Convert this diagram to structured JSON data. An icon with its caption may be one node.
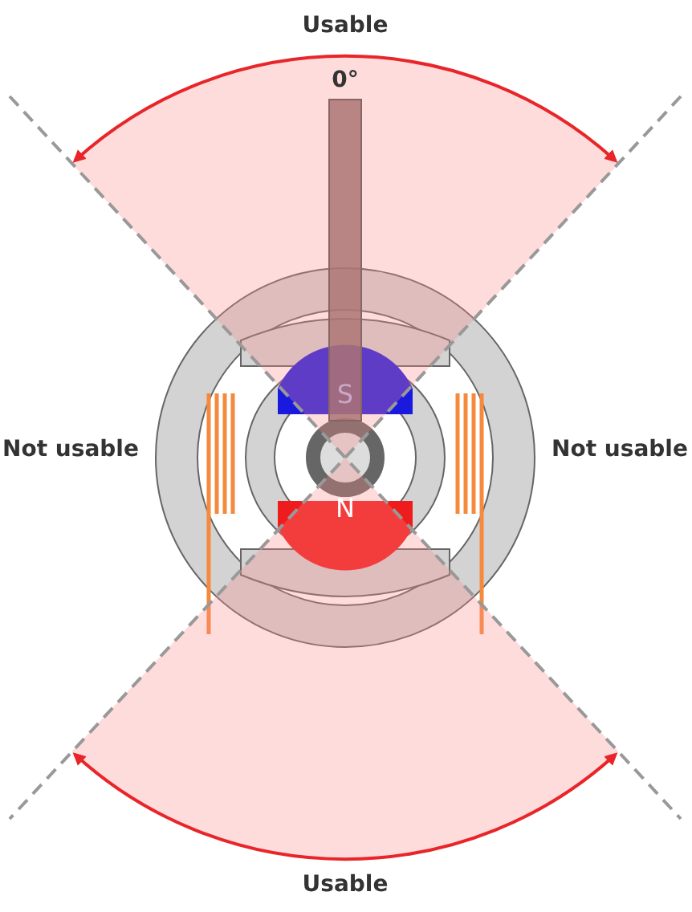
{
  "diagram": {
    "labels": [
      "Usable",
      "0°",
      "Not usable",
      "Not usable",
      "S",
      "N",
      "Usable"
    ]
  }
}
